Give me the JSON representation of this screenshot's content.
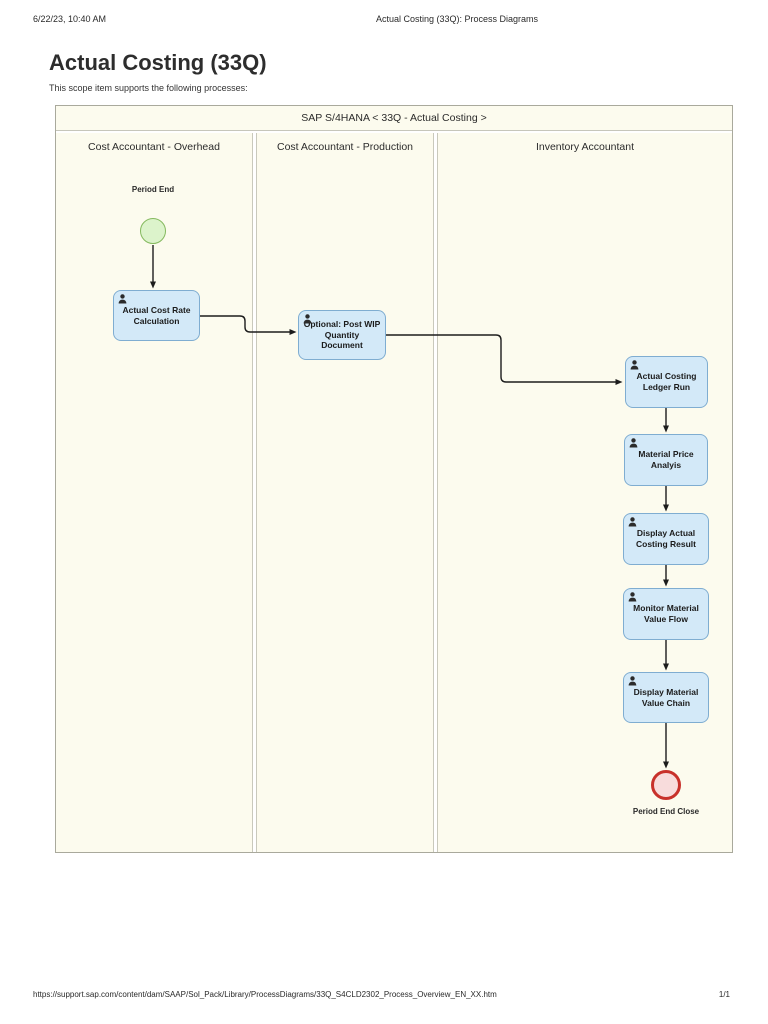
{
  "print_header": {
    "datetime": "6/22/23, 10:40 AM",
    "document_title": "Actual Costing (33Q): Process Diagrams"
  },
  "page": {
    "title": "Actual Costing (33Q)",
    "intro": "This scope item supports the following processes:"
  },
  "diagram": {
    "pool_title": "SAP S/4HANA < 33Q - Actual Costing >",
    "lanes": [
      {
        "label": "Cost Accountant - Overhead"
      },
      {
        "label": "Cost Accountant - Production"
      },
      {
        "label": "Inventory Accountant"
      }
    ],
    "start_event": {
      "label": "Period End"
    },
    "end_event": {
      "label": "Period End Close"
    },
    "tasks": [
      {
        "label": "Actual Cost Rate Calculation",
        "lane": "Cost Accountant - Overhead",
        "icon": "person-icon"
      },
      {
        "label": "Optional: Post WIP Quantity Document",
        "lane": "Cost Accountant - Production",
        "icon": "person-icon"
      },
      {
        "label": "Actual Costing Ledger Run",
        "lane": "Inventory Accountant",
        "icon": "person-icon"
      },
      {
        "label": "Material Price Analyis",
        "lane": "Inventory Accountant",
        "icon": "person-icon"
      },
      {
        "label": "Display Actual Costing Result",
        "lane": "Inventory Accountant",
        "icon": "person-icon"
      },
      {
        "label": "Monitor Material Value Flow",
        "lane": "Inventory Accountant",
        "icon": "person-icon"
      },
      {
        "label": "Display Material Value Chain",
        "lane": "Inventory Accountant",
        "icon": "person-icon"
      }
    ],
    "colors": {
      "lane_background": "#fcfbee",
      "task_fill": "#d3e9f8",
      "task_border": "#7fadd1",
      "start_event_fill": "#dcf3cb",
      "start_event_border": "#84b95e",
      "end_event_fill": "#f8dcdc",
      "end_event_border": "#c8312b"
    }
  },
  "footer": {
    "url": "https://support.sap.com/content/dam/SAAP/Sol_Pack/Library/ProcessDiagrams/33Q_S4CLD2302_Process_Overview_EN_XX.htm",
    "page_indicator": "1/1"
  }
}
